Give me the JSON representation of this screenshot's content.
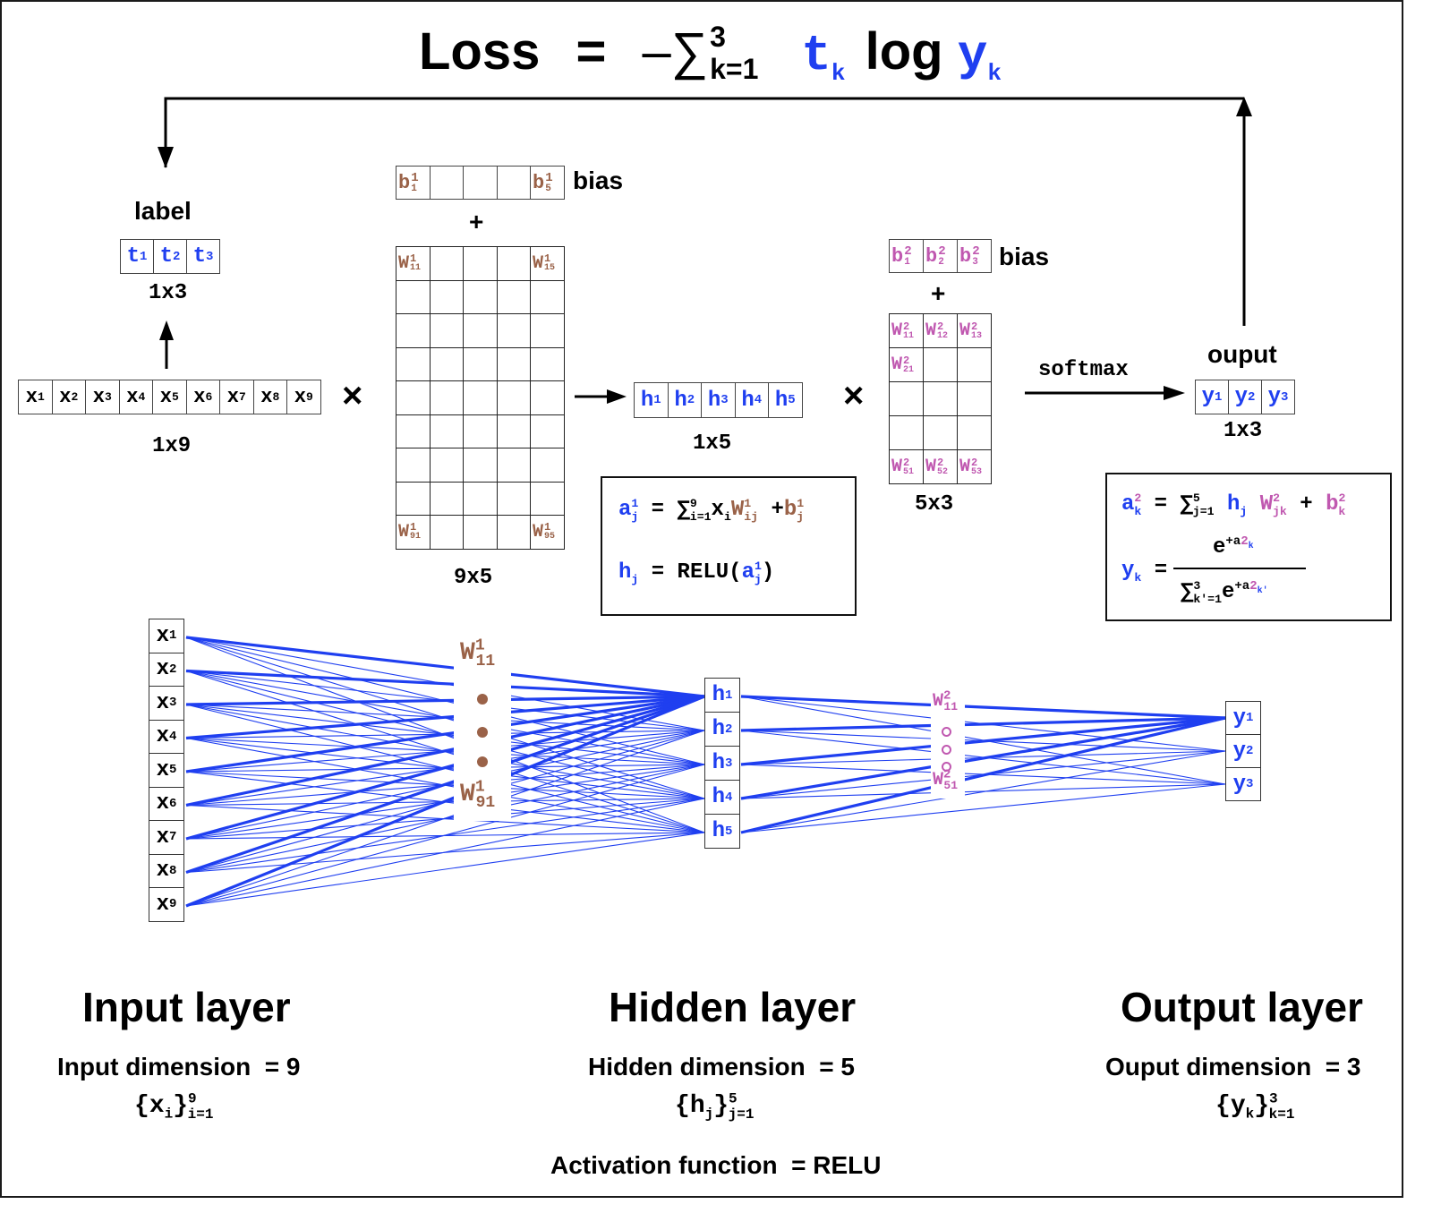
{
  "colors": {
    "blue": "#1f3ff0",
    "brown": "#9a6248",
    "pink": "#c058b0",
    "black": "#000000"
  },
  "loss": {
    "lhs": "Loss",
    "eq": "=",
    "minus": "–",
    "sigma": "∑",
    "upper": "3",
    "lower": "k=1",
    "t": "t",
    "t_sub": "k",
    "log": "log",
    "y": "y",
    "y_sub": "k"
  },
  "label_block": {
    "title": "label",
    "cells": [
      {
        "v": "t",
        "s": "1"
      },
      {
        "v": "t",
        "s": "2"
      },
      {
        "v": "t",
        "s": "3"
      }
    ],
    "dim": "1x3"
  },
  "input_block": {
    "cells": [
      {
        "v": "x",
        "s": "1"
      },
      {
        "v": "x",
        "s": "2"
      },
      {
        "v": "x",
        "s": "3"
      },
      {
        "v": "x",
        "s": "4"
      },
      {
        "v": "x",
        "s": "5"
      },
      {
        "v": "x",
        "s": "6"
      },
      {
        "v": "x",
        "s": "7"
      },
      {
        "v": "x",
        "s": "8"
      },
      {
        "v": "x",
        "s": "9"
      }
    ],
    "dim": "1x9"
  },
  "times_symbol": "×",
  "plus_symbol": "+",
  "bias1": {
    "label": "bias",
    "first": {
      "v": "b",
      "sup": "1",
      "sub": "1"
    },
    "last": {
      "v": "b",
      "sup": "1",
      "sub": "5"
    }
  },
  "weights1": {
    "tl": {
      "v": "W",
      "sup": "1",
      "sub": "11"
    },
    "tr": {
      "v": "W",
      "sup": "1",
      "sub": "15"
    },
    "bl": {
      "v": "W",
      "sup": "1",
      "sub": "91"
    },
    "br": {
      "v": "W",
      "sup": "1",
      "sub": "95"
    },
    "dim": "9x5"
  },
  "hidden_block": {
    "cells": [
      {
        "v": "h",
        "s": "1"
      },
      {
        "v": "h",
        "s": "2"
      },
      {
        "v": "h",
        "s": "3"
      },
      {
        "v": "h",
        "s": "4"
      },
      {
        "v": "h",
        "s": "5"
      }
    ],
    "dim": "1x5"
  },
  "formula1": {
    "line1": {
      "a": "a",
      "a_sup": "1",
      "a_sub": "j",
      "eq": "=",
      "sigma": "∑",
      "sig_up": "9",
      "sig_lo": "i=1",
      "x": "x",
      "x_sub": "i",
      "w": "W",
      "w_sup": "1",
      "w_sub": "ij",
      "plus": "+",
      "b": "b",
      "b_sup": "1",
      "b_sub": "j"
    },
    "line2": {
      "h": "h",
      "h_sub": "j",
      "eq": "=",
      "fn": "RELU(",
      "a": "a",
      "a_sup": "1",
      "a_sub": "j",
      "close": ")"
    }
  },
  "bias2": {
    "label": "bias",
    "cells": [
      {
        "v": "b",
        "sup": "2",
        "sub": "1"
      },
      {
        "v": "b",
        "sup": "2",
        "sub": "2"
      },
      {
        "v": "b",
        "sup": "2",
        "sub": "3"
      }
    ]
  },
  "weights2": {
    "row1": [
      {
        "v": "W",
        "sup": "2",
        "sub": "11"
      },
      {
        "v": "W",
        "sup": "2",
        "sub": "12"
      },
      {
        "v": "W",
        "sup": "2",
        "sub": "13"
      }
    ],
    "row2_first": {
      "v": "W",
      "sup": "2",
      "sub": "21"
    },
    "row5": [
      {
        "v": "W",
        "sup": "2",
        "sub": "51"
      },
      {
        "v": "W",
        "sup": "2",
        "sub": "52"
      },
      {
        "v": "W",
        "sup": "2",
        "sub": "53"
      }
    ],
    "dim": "5x3"
  },
  "softmax_label": "softmax",
  "output_block": {
    "title": "ouput",
    "cells": [
      {
        "v": "y",
        "s": "1"
      },
      {
        "v": "y",
        "s": "2"
      },
      {
        "v": "y",
        "s": "3"
      }
    ],
    "dim": "1x3"
  },
  "formula2": {
    "line1": {
      "a": "a",
      "a_sup": "2",
      "a_sub": "k",
      "eq": "=",
      "sigma": "∑",
      "sig_up": "5",
      "sig_lo": "j=1",
      "h": "h",
      "h_sub": "j",
      "w": "W",
      "w_sup": "2",
      "w_sub": "jk",
      "plus": "+",
      "b": "b",
      "b_sup": "2",
      "b_sub": "k"
    },
    "line2": {
      "y": "y",
      "y_sub": "k",
      "eq": "=",
      "num_e": "e",
      "num_exp": "+a",
      "num_exp_sup": "2",
      "num_exp_sub": "k",
      "den_sigma": "∑",
      "den_up": "3",
      "den_lo": "k′=1",
      "den_e": "e",
      "den_exp": "+a",
      "den_exp_sup": "2",
      "den_exp_sub": "k′"
    }
  },
  "network": {
    "inputs": [
      {
        "v": "x",
        "s": "1"
      },
      {
        "v": "x",
        "s": "2"
      },
      {
        "v": "x",
        "s": "3"
      },
      {
        "v": "x",
        "s": "4"
      },
      {
        "v": "x",
        "s": "5"
      },
      {
        "v": "x",
        "s": "6"
      },
      {
        "v": "x",
        "s": "7"
      },
      {
        "v": "x",
        "s": "8"
      },
      {
        "v": "x",
        "s": "9"
      }
    ],
    "hidden": [
      {
        "v": "h",
        "s": "1"
      },
      {
        "v": "h",
        "s": "2"
      },
      {
        "v": "h",
        "s": "3"
      },
      {
        "v": "h",
        "s": "4"
      },
      {
        "v": "h",
        "s": "5"
      }
    ],
    "outputs": [
      {
        "v": "y",
        "s": "1"
      },
      {
        "v": "y",
        "s": "2"
      },
      {
        "v": "y",
        "s": "3"
      }
    ],
    "w1_top": {
      "v": "W",
      "sup": "1",
      "sub": "11"
    },
    "w1_bottom": {
      "v": "W",
      "sup": "1",
      "sub": "91"
    },
    "w2_top": {
      "v": "W",
      "sup": "2",
      "sub": "11"
    },
    "w2_bottom": {
      "v": "W",
      "sup": "2",
      "sub": "51"
    }
  },
  "layers": [
    {
      "title": "Input layer",
      "dim_text": "Input dimension  = 9",
      "set_var": "x",
      "set_sub": "i",
      "set_up": "9",
      "set_lo": "i=1"
    },
    {
      "title": "Hidden layer",
      "dim_text": "Hidden dimension  = 5",
      "set_var": "h",
      "set_sub": "j",
      "set_up": "5",
      "set_lo": "j=1",
      "extra": "Activation function  = RELU"
    },
    {
      "title": "Output layer",
      "dim_text": "Ouput dimension  = 3",
      "set_var": "y",
      "set_sub": "k",
      "set_up": "3",
      "set_lo": "k=1"
    }
  ]
}
